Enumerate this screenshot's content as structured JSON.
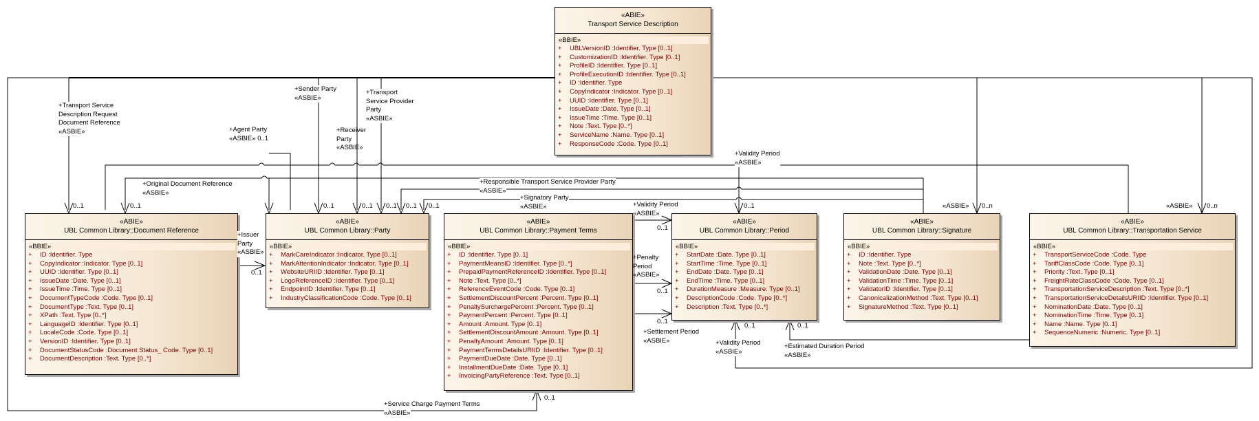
{
  "classes": {
    "root": {
      "stereotype": "«ABIE»",
      "name": "Transport Service Description",
      "section": "«BBIE»",
      "attributes": [
        "UBLVersionID  :Identifier. Type [0..1]",
        "CustomizationID  :Identifier. Type [0..1]",
        "ProfileID  :Identifier. Type [0..1]",
        "ProfileExecutionID  :Identifier. Type [0..1]",
        "ID  :Identifier. Type",
        "CopyIndicator  :Indicator. Type [0..1]",
        "UUID  :Identifier. Type [0..1]",
        "IssueDate  :Date. Type [0..1]",
        "IssueTime  :Time. Type [0..1]",
        "Note  :Text. Type [0..*]",
        "ServiceName  :Name. Type [0..1]",
        "ResponseCode  :Code. Type [0..1]"
      ]
    },
    "document_reference": {
      "stereotype": "«ABIE»",
      "name": "UBL Common Library::Document Reference",
      "section": "«BBIE»",
      "attributes": [
        "ID  :Identifier. Type",
        "CopyIndicator  :Indicator. Type [0..1]",
        "UUID  :Identifier. Type [0..1]",
        "IssueDate  :Date. Type [0..1]",
        "IssueTime  :Time. Type [0..1]",
        "DocumentTypeCode  :Code. Type [0..1]",
        "DocumentType  :Text. Type [0..1]",
        "XPath  :Text. Type [0..*]",
        "LanguageID  :Identifier. Type [0..1]",
        "LocaleCode  :Code. Type [0..1]",
        "VersionID  :Identifier. Type [0..1]",
        "DocumentStatusCode  :Document Status_ Code. Type [0..1]",
        "DocumentDescription  :Text. Type [0..*]"
      ]
    },
    "party": {
      "stereotype": "«ABIE»",
      "name": "UBL Common Library::Party",
      "section": "«BBIE»",
      "attributes": [
        "MarkCareIndicator  :Indicator. Type [0..1]",
        "MarkAttentionIndicator  :Indicator. Type [0..1]",
        "WebsiteURIID  :Identifier. Type [0..1]",
        "LogoReferenceID  :Identifier. Type [0..1]",
        "EndpointID  :Identifier. Type [0..1]",
        "IndustryClassificationCode  :Code. Type [0..1]"
      ]
    },
    "payment_terms": {
      "stereotype": "«ABIE»",
      "name": "UBL Common Library::Payment Terms",
      "section": "«BBIE»",
      "attributes": [
        "ID  :Identifier. Type [0..1]",
        "PaymentMeansID  :Identifier. Type [0..*]",
        "PrepaidPaymentReferenceID  :Identifier. Type [0..1]",
        "Note  :Text. Type [0..*]",
        "ReferenceEventCode  :Code. Type [0..1]",
        "SettlementDiscountPercent  :Percent. Type [0..1]",
        "PenaltySurchargePercent  :Percent. Type [0..1]",
        "PaymentPercent  :Percent. Type [0..1]",
        "Amount  :Amount. Type [0..1]",
        "SettlementDiscountAmount  :Amount. Type [0..1]",
        "PenaltyAmount  :Amount. Type [0..1]",
        "PaymentTermsDetailsURIID  :Identifier. Type [0..1]",
        "PaymentDueDate  :Date. Type [0..1]",
        "InstallmentDueDate  :Date. Type [0..1]",
        "InvoicingPartyReference  :Text. Type [0..1]"
      ]
    },
    "period": {
      "stereotype": "«ABIE»",
      "name": "UBL Common Library::Period",
      "section": "«BBIE»",
      "attributes": [
        "StartDate  :Date. Type [0..1]",
        "StartTime  :Time. Type [0..1]",
        "EndDate  :Date. Type [0..1]",
        "EndTime  :Time. Type [0..1]",
        "DurationMeasure  :Measure. Type [0..1]",
        "DescriptionCode  :Code. Type [0..*]",
        "Description  :Text. Type [0..*]"
      ]
    },
    "signature": {
      "stereotype": "«ABIE»",
      "name": "UBL Common Library::Signature",
      "section": "«BBIE»",
      "attributes": [
        "ID  :Identifier. Type",
        "Note  :Text. Type [0..*]",
        "ValidationDate  :Date. Type [0..1]",
        "ValidationTime  :Time. Type [0..1]",
        "ValidatorID  :Identifier. Type [0..1]",
        "CanonicalizationMethod  :Text. Type [0..1]",
        "SignatureMethod  :Text. Type [0..1]"
      ]
    },
    "transportation_service": {
      "stereotype": "«ABIE»",
      "name": "UBL Common Library::Transportation Service",
      "section": "«BBIE»",
      "attributes": [
        "TransportServiceCode  :Code. Type",
        "TariffClassCode  :Code. Type [0..1]",
        "Priority  :Text. Type [0..1]",
        "FreightRateClassCode  :Code. Type [0..1]",
        "TransportationServiceDescription  :Text. Type [0..*]",
        "TransportationServiceDetailsURIID  :Identifier. Type [0..1]",
        "NominationDate  :Date. Type [0..1]",
        "NominationTime  :Time. Type [0..1]",
        "Name  :Name. Type [0..1]",
        "SequenceNumeric  :Numeric. Type [0..1]"
      ]
    }
  },
  "attribute_prefix": "+",
  "associations": {
    "tsdr_doc_ref": "+Transport Service\nDescription Request\nDocument Reference\n«ASBIE»",
    "agent_party": "+Agent Party\n«ASBIE» 0..1",
    "original_doc_ref": "+Original Document Reference\n«ASBIE»",
    "sender_party": "+Sender Party\n«ASBIE»",
    "receiver_party": "+Receiver\nParty\n«ASBIE»",
    "tsp_party": "+Transport\nService Provider\nParty\n«ASBIE»",
    "issuer_party": "+Issuer\nParty\n«ASBIE»",
    "responsible_tsp_party": "+Responsible Transport Service Provider Party",
    "responsible_tsp_stereo": "«ASBIE»",
    "signatory_party": "+Signatory Party",
    "signatory_stereo": "«ASBIE»",
    "validity_period_top": "+Validity Period\n«ASBIE»",
    "validity_period_pt": "+Validity Period\n«ASBIE»",
    "penalty_period": "+Penalty\nPeriod\n«ASBIE»",
    "settlement_period": "+Settlement Period\n«ASBIE»",
    "validity_period_bottom": "+Validity Period\n«ASBIE»",
    "estimated_duration_period": "+Estimated Duration Period\n«ASBIE»",
    "service_charge_payment_terms": "+Service Charge Payment Terms",
    "service_charge_stereo": "«ASBIE»",
    "signature_stereo": "«ASBIE»",
    "transportation_service_stereo": "«ASBIE»"
  },
  "multiplicities": {
    "m01": "0..1",
    "m0n": "0..n"
  }
}
